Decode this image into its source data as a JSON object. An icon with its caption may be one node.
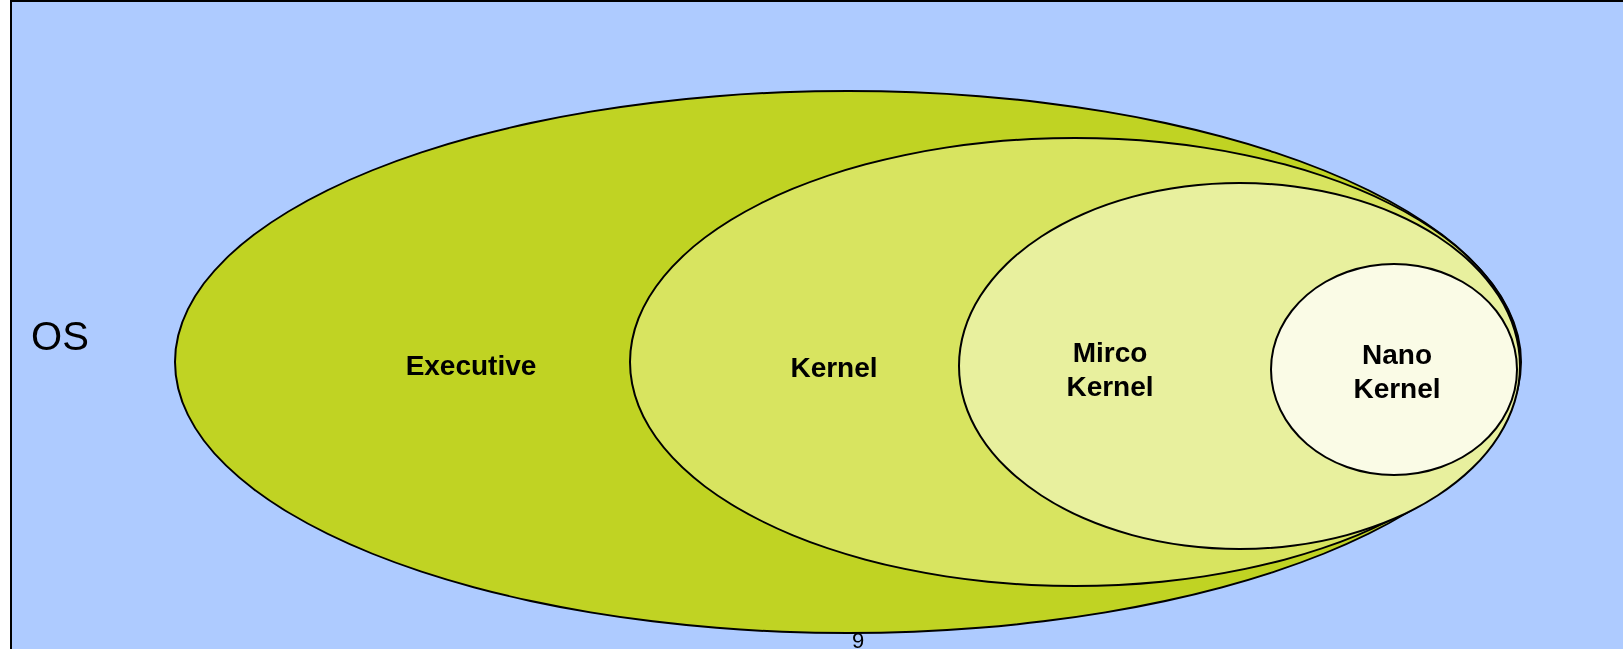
{
  "diagram": {
    "nodes": [
      {
        "text": [
          "OS"
        ]
      },
      {
        "text": [
          "Executive"
        ],
        "in": 0
      },
      {
        "text": [
          "Kernel"
        ],
        "in": 1
      },
      {
        "text": [
          "Mirco Kernel"
        ],
        "in": 2
      },
      {
        "text": [
          "Nano Kernel"
        ],
        "in": 3
      }
    ],
    "labels": [
      "9"
    ]
  }
}
